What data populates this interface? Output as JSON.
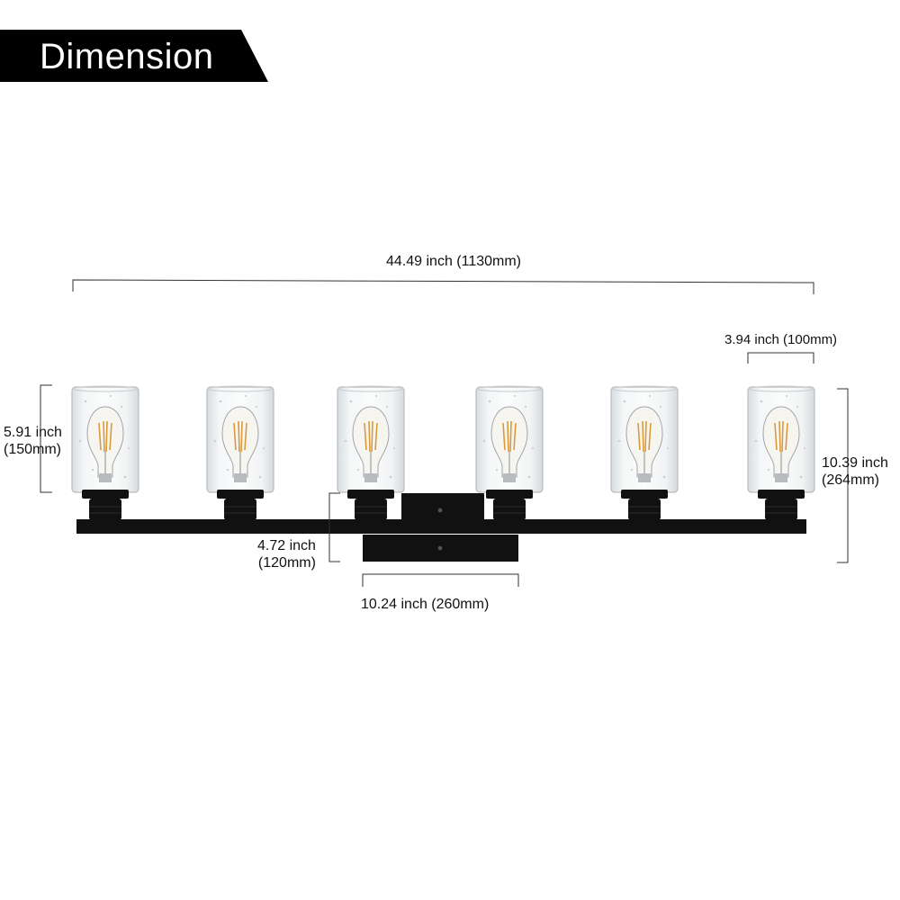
{
  "banner": {
    "title": "Dimension"
  },
  "dimensions": {
    "overall_width": "44.49 inch (1130mm)",
    "shade_diameter": "3.94 inch (100mm)",
    "shade_height": {
      "inch": "5.91 inch",
      "mm": "(150mm)"
    },
    "overall_height": {
      "inch": "10.39 inch",
      "mm": "(264mm)"
    },
    "extension": {
      "inch": "4.72 inch",
      "mm": "(120mm)"
    },
    "backplate_width": "10.24 inch (260mm)"
  },
  "fixture": {
    "finish_color": "#111111",
    "glass_color": "#eef1f3",
    "filament_color": "#d89a3c",
    "light_count": 6
  }
}
